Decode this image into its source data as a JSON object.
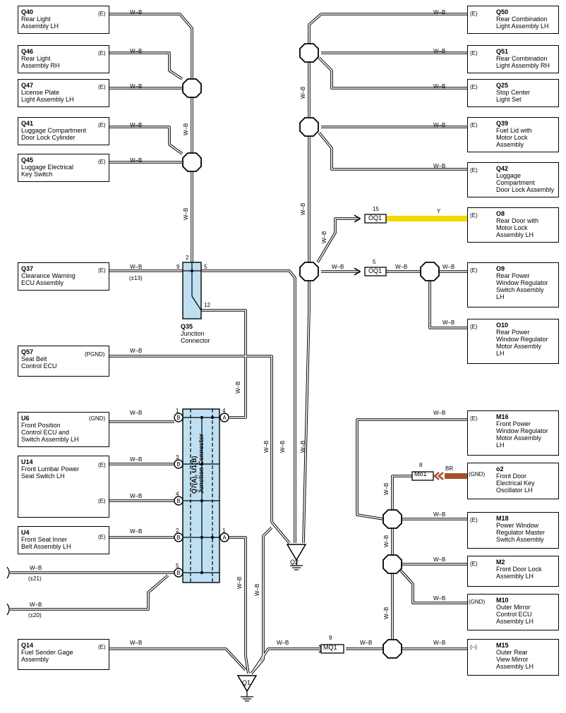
{
  "wire_colors": {
    "w_b": "W–B",
    "y": "Y",
    "br": "BR"
  },
  "colors": {
    "yellow": "#f5d800",
    "brown": "#a5502a",
    "connector_fill": "#bfe0f2"
  },
  "components": {
    "Q40": {
      "code": "Q40",
      "name": "Rear Light\nAssembly LH",
      "pin": "(E)"
    },
    "Q46": {
      "code": "Q46",
      "name": "Rear Light\nAssembly RH",
      "pin": "(E)"
    },
    "Q47": {
      "code": "Q47",
      "name": "License Plate\nLight Assembly LH",
      "pin": "(E)"
    },
    "Q41": {
      "code": "Q41",
      "name": "Luggage Compartment\nDoor Lock Cylinder",
      "pin": "(E)"
    },
    "Q45": {
      "code": "Q45",
      "name": "Luggage Electrical\nKey Switch",
      "pin": "(E)"
    },
    "Q37": {
      "code": "Q37",
      "name": "Clearance Warning\nECU Assembly",
      "pin": "(E)"
    },
    "Q57": {
      "code": "Q57",
      "name": "Seat Belt\nControl ECU",
      "pin": "(PGND)"
    },
    "U6": {
      "code": "U6",
      "name": "Front Position\nControl ECU and\nSwitch Assembly LH",
      "pin": "(GND)"
    },
    "U14": {
      "code": "U14",
      "name": "Front Lumbar Power\nSeat Switch LH",
      "pin": "(E)"
    },
    "U4": {
      "code": "U4",
      "name": "Front Seat Inner\nBelt Assembly LH",
      "pin": "(E)"
    },
    "Q14": {
      "code": "Q14",
      "name": "Fuel Sender Gage\nAssembly",
      "pin": "(E)"
    },
    "Q50": {
      "code": "Q50",
      "name": "Rear Combination\nLight Assembly LH",
      "pin": "(E)"
    },
    "Q51": {
      "code": "Q51",
      "name": "Rear Combination\nLight Assembly RH",
      "pin": "(E)"
    },
    "Q25": {
      "code": "Q25",
      "name": "Stop Center\nLight Set",
      "pin": "(E)"
    },
    "Q39": {
      "code": "Q39",
      "name": "Fuel Lid with\nMotor Lock\nAssembly",
      "pin": "(E)"
    },
    "Q42": {
      "code": "Q42",
      "name": "Luggage\nCompartment\nDoor Lock Assembly",
      "pin": "(E)"
    },
    "O8": {
      "code": "O8",
      "name": "Rear Door with\nMotor Lock\nAssembly LH",
      "pin": "(E)"
    },
    "O9": {
      "code": "O9",
      "name": "Rear Power\nWindow Regulator\nSwitch Assembly\nLH",
      "pin": "(E)"
    },
    "O10": {
      "code": "O10",
      "name": "Rear Power\nWindow Regulator\nMotor Assembly\nLH",
      "pin": "(E)"
    },
    "M16": {
      "code": "M16",
      "name": "Front Power\nWindow Regulator\nMotor Assembly\nLH",
      "pin": "(E)"
    },
    "o2": {
      "code": "o2",
      "name": "Front Door\nElectrical Key\nOscillator LH",
      "pin": "(GND)"
    },
    "M18": {
      "code": "M18",
      "name": "Power Window\nRegulator Master\nSwitch Assembly",
      "pin": "(E)"
    },
    "M2": {
      "code": "M2",
      "name": "Front Door Lock\nAssembly LH",
      "pin": "(E)"
    },
    "M10": {
      "code": "M10",
      "name": "Outer Mirror\nControl ECU\nAssembly LH",
      "pin": "(GND)"
    },
    "M15": {
      "code": "M15",
      "name": "Outer Rear\nView Mirror\nAssembly LH",
      "pin": "(–)"
    }
  },
  "junction_q35": {
    "code": "Q35",
    "name": "Junction\nConnector",
    "pins": [
      "2",
      "9",
      "5",
      "12"
    ]
  },
  "junction_q7": {
    "label": "Q7(A), U1(B)\nJunction Connector",
    "pins": [
      "1",
      "4",
      "3",
      "4",
      "2",
      "1",
      "5"
    ],
    "letters": [
      "A",
      "B"
    ]
  },
  "inline_connectors": {
    "oq1_a": "OQ1",
    "oq1_b": "OQ1",
    "mo1": "Mo1",
    "mq1": "MQ1",
    "pins": [
      "15",
      "5",
      "8",
      "9"
    ]
  },
  "grounds": {
    "q1": "Q1",
    "q2": "Q2"
  },
  "notes": {
    "n13": "(±13)",
    "n21": "(±21)",
    "n20": "(±20)"
  }
}
